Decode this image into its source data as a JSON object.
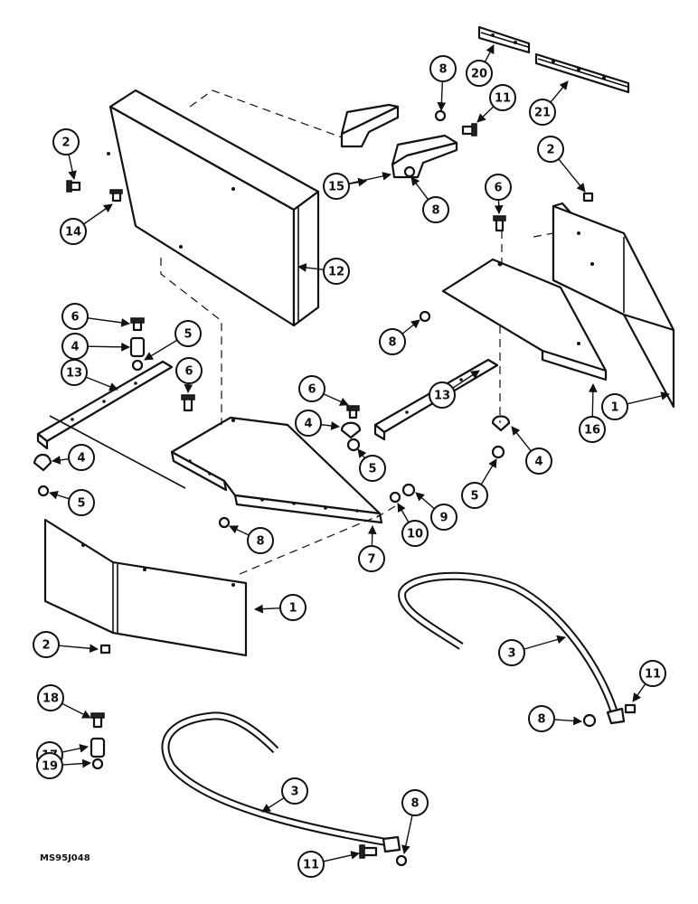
{
  "figure_code": "MS95J048",
  "callouts": [
    "1",
    "2",
    "3",
    "4",
    "5",
    "6",
    "7",
    "8",
    "9",
    "10",
    "11",
    "12",
    "13",
    "14",
    "15",
    "16",
    "17",
    "18",
    "19",
    "20",
    "21"
  ]
}
